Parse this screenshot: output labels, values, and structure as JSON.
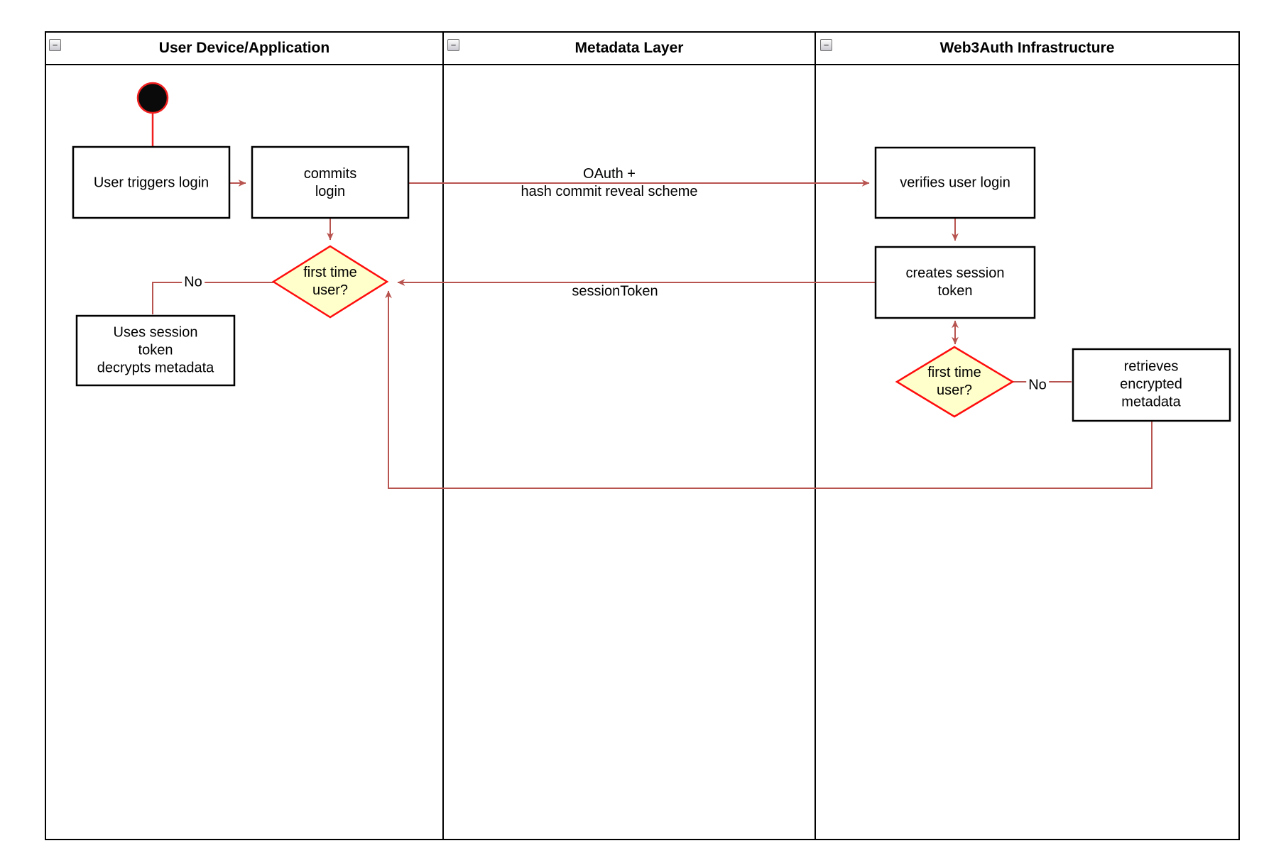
{
  "diagram": {
    "type": "activity-swimlane",
    "collapse_icon_glyph": "−",
    "lanes": [
      {
        "title": "User Device/Application"
      },
      {
        "title": "Metadata Layer"
      },
      {
        "title": "Web3Auth Infrastructure"
      }
    ],
    "nodes": {
      "user_triggers_login": {
        "label": "User triggers login"
      },
      "commits_login": {
        "label": "commits\nlogin"
      },
      "first_time_user_app": {
        "label": "first time\nuser?"
      },
      "uses_session_token": {
        "label": "Uses session\ntoken\ndecrypts metadata"
      },
      "verifies_user_login": {
        "label": "verifies user login"
      },
      "creates_session_token": {
        "label": "creates session\ntoken"
      },
      "first_time_user_infra": {
        "label": "first time\nuser?"
      },
      "retrieves_encrypted_metadata": {
        "label": "retrieves encrypted\nmetadata"
      }
    },
    "edges": {
      "oauth": {
        "label": "OAuth +\nhash commit reveal scheme"
      },
      "session_token": {
        "label": "sessionToken"
      },
      "no_app": {
        "label": "No"
      },
      "no_infra": {
        "label": "No"
      }
    },
    "colors": {
      "connector": "#b85450",
      "start_edge": "#f21f1f",
      "start_fill": "#0a0a0a",
      "decision_fill": "#ffffcc",
      "decision_border": "#ff0d0d",
      "node_fill": "#ffffff",
      "node_border": "#000000",
      "lane_border": "#000000"
    }
  }
}
